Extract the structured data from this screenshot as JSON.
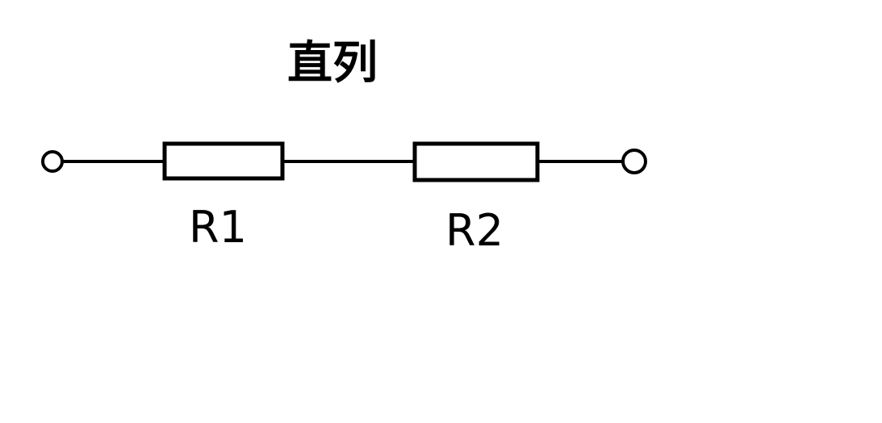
{
  "title": "直列",
  "components": [
    {
      "type": "resistor",
      "label": "R1"
    },
    {
      "type": "resistor",
      "label": "R2"
    }
  ],
  "terminals": [
    "left",
    "right"
  ],
  "colors": {
    "stroke": "#000000",
    "background": "#ffffff"
  }
}
